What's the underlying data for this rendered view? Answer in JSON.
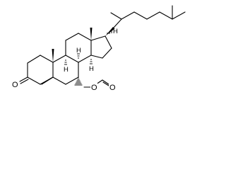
{
  "molecule": {
    "atom_labels": {
      "ketone_oxygen": "O",
      "ester_oxygen": "O",
      "formyl_oxygen": "O"
    },
    "stereo_hydrogens": {
      "c8_h": "H",
      "c9_h": "H",
      "c14_h": "H",
      "c17_h": "H"
    },
    "colors": {
      "line": "#000000",
      "background": "#ffffff"
    }
  }
}
